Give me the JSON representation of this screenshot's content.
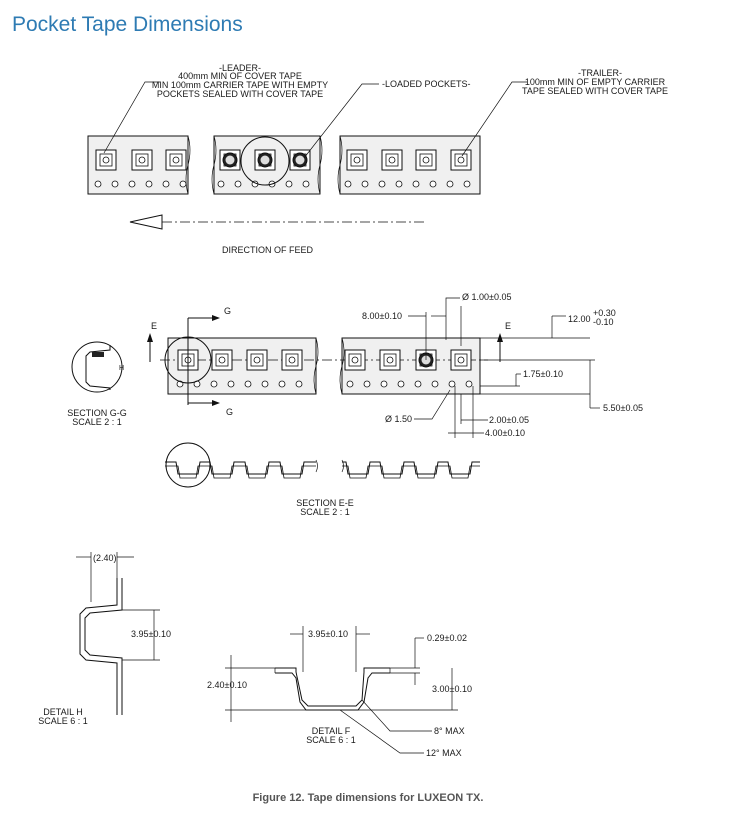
{
  "header": {
    "title": "Pocket Tape Dimensions"
  },
  "figure": {
    "caption": "Figure 12. Tape dimensions for LUXEON TX."
  },
  "labels": {
    "leader": [
      "-LEADER-",
      "400mm MIN OF COVER TAPE",
      "MIN 100mm CARRIER TAPE WITH EMPTY",
      "POCKETS SEALED WITH COVER TAPE"
    ],
    "loaded": "-LOADED POCKETS-",
    "trailer": [
      "-TRAILER-",
      "100mm MIN OF EMPTY CARRIER",
      "TAPE SEALED WITH COVER TAPE"
    ],
    "direction": "DIRECTION OF FEED",
    "section_g_letter": "G",
    "section_e_letter": "E",
    "section_h_letter": "H",
    "section_gg": [
      "SECTION G-G",
      "SCALE 2 : 1"
    ],
    "section_ee": [
      "SECTION E-E",
      "SCALE 2 : 1"
    ],
    "detail_h": [
      "DETAIL H",
      "SCALE 6 : 1"
    ],
    "detail_f": [
      "DETAIL F",
      "SCALE 6 : 1"
    ]
  },
  "dimensions": {
    "hole_dia": "Ø 1.00±0.05",
    "pitch": "8.00±0.10",
    "width_main": "12.00",
    "width_tol_plus": "+0.30",
    "width_tol_minus": "-0.10",
    "edge": "1.75±0.10",
    "center": "5.50±0.05",
    "sprocket_dia": "Ø 1.50",
    "offset": "2.00±0.05",
    "sprocket_pitch": "4.00±0.10",
    "detail_h_width": "(2.40)",
    "detail_h_height": "3.95±0.10",
    "pocket_width": "3.95±0.10",
    "thickness": "0.29±0.02",
    "total_depth": "2.40±0.10",
    "pocket_depth": "3.00±0.10",
    "angle_8": "8° MAX",
    "angle_12": "12° MAX"
  }
}
